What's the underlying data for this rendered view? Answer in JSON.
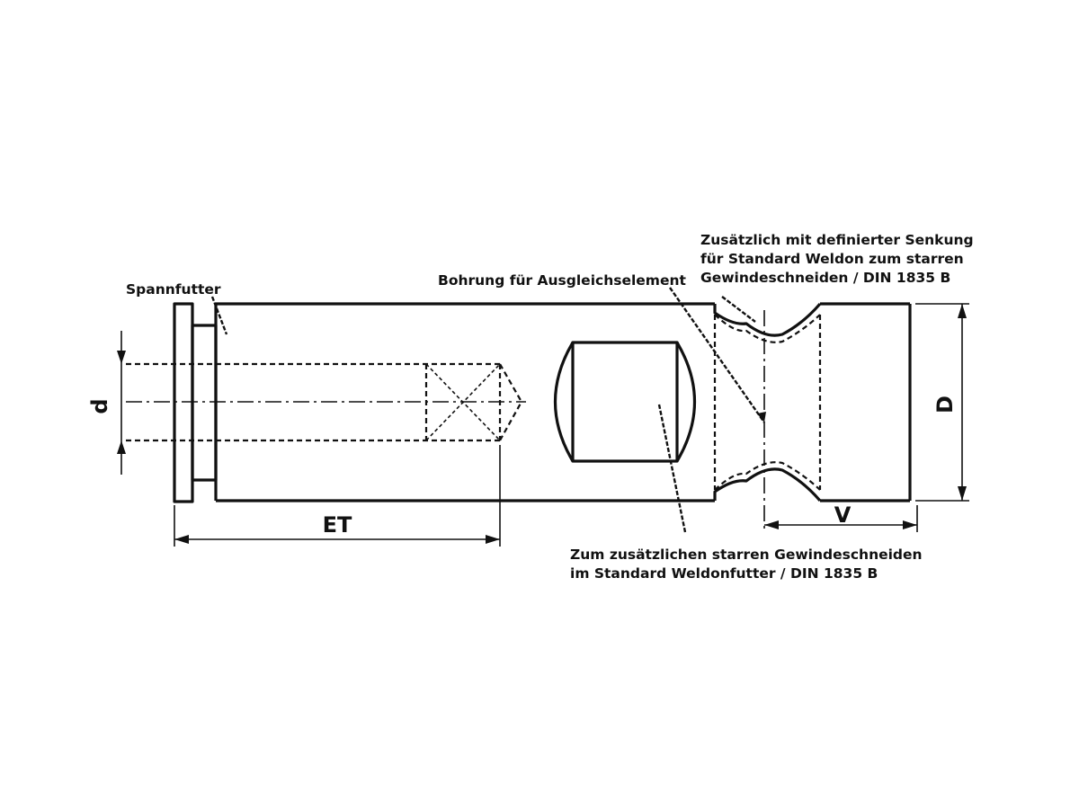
{
  "labels": {
    "spannfutter": "Spannfutter",
    "bohrung": "Bohrung für Ausgleichselement",
    "senkung_1": "Zusätzlich mit definierter Senkung",
    "senkung_2": "für Standard Weldon zum starren",
    "senkung_3": "Gewindeschneiden / DIN 1835 B",
    "gewinde_1": "Zum zusätzlichen starren Gewindeschneiden",
    "gewinde_2": "im Standard Weldonfutter / DIN 1835 B"
  },
  "dimensions": {
    "d": "d",
    "D": "D",
    "ET": "ET",
    "V": "V"
  }
}
